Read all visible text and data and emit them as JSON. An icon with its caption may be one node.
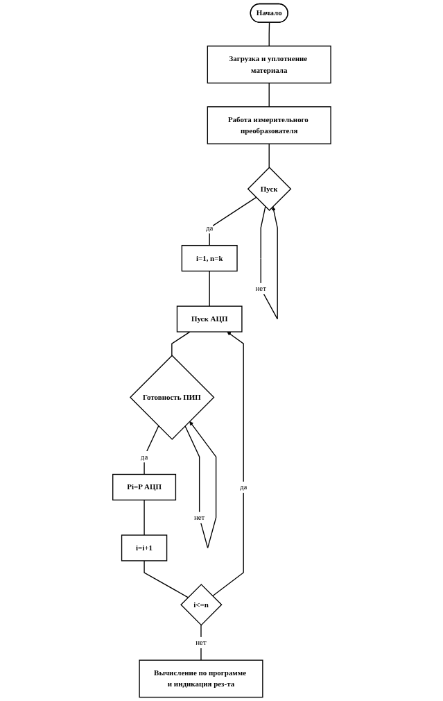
{
  "diagram": {
    "nodes": [
      {
        "text": [
          "Начало"
        ]
      },
      {
        "text": [
          "Загрузка и уплотнение материала"
        ]
      },
      {
        "text": [
          "Работа измерительного преобразователя"
        ]
      },
      {
        "text": [
          "Пуск"
        ]
      },
      {
        "text": [
          "i=1, n=k"
        ]
      },
      {
        "text": [
          "Пуск АЦП"
        ]
      },
      {
        "text": [
          "Готовность ПИП"
        ]
      },
      {
        "text": [
          "Pi=P АЦП"
        ]
      },
      {
        "text": [
          "i=i+1"
        ]
      },
      {
        "text": [
          "i<=n"
        ]
      },
      {
        "text": [
          "Вычисление по программе и индикация рез-та"
        ]
      }
    ],
    "edges": [
      {
        "from": 0,
        "to": 1,
        "arrow": "none"
      },
      {
        "from": 1,
        "to": 2,
        "arrow": "none"
      },
      {
        "from": 2,
        "to": 3,
        "arrow": "none"
      },
      {
        "from": 3,
        "to": 3,
        "arrow": "to",
        "label": "нет"
      },
      {
        "from": 3,
        "to": 4,
        "arrow": "none",
        "label": "да"
      },
      {
        "from": 4,
        "to": 5,
        "arrow": "none"
      },
      {
        "from": 5,
        "to": 6,
        "arrow": "none"
      },
      {
        "from": 6,
        "to": 6,
        "arrow": "to",
        "label": "нет"
      },
      {
        "from": 6,
        "to": 7,
        "arrow": "none",
        "label": "да"
      },
      {
        "from": 7,
        "to": 8,
        "arrow": "none"
      },
      {
        "from": 8,
        "to": 9,
        "arrow": "none"
      },
      {
        "from": 9,
        "to": 5,
        "arrow": "to",
        "label": "да"
      },
      {
        "from": 9,
        "to": 10,
        "arrow": "none",
        "label": "нет"
      }
    ]
  }
}
